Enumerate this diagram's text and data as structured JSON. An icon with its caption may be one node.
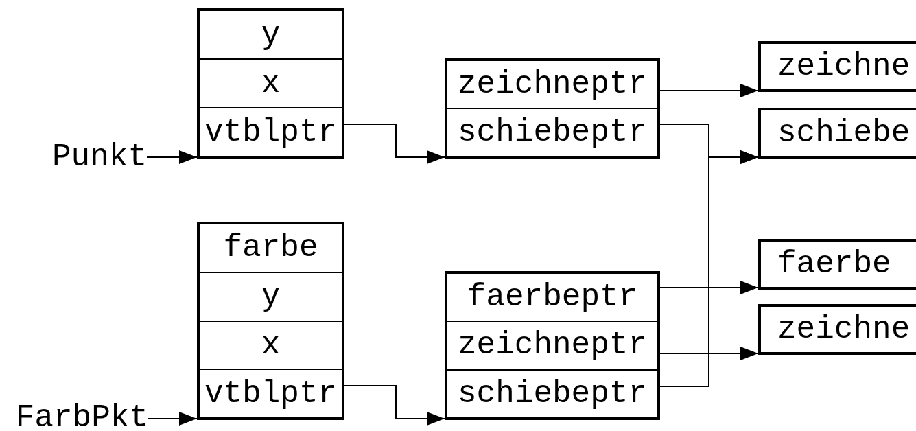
{
  "diagram": {
    "nodes": [
      {
        "text": [
          "Punkt"
        ]
      },
      {
        "text": [],
        "shape": "box"
      },
      {
        "text": [
          "y"
        ],
        "in": 1
      },
      {
        "text": [
          "x"
        ],
        "in": 1
      },
      {
        "text": [
          "vtblptr"
        ],
        "in": 1
      },
      {
        "text": [],
        "shape": "box"
      },
      {
        "text": [
          "zeichneptr"
        ],
        "in": 5
      },
      {
        "text": [
          "schiebeptr"
        ],
        "in": 5
      },
      {
        "text": [
          "zeichne"
        ]
      },
      {
        "text": [
          "schiebe"
        ]
      },
      {
        "text": [
          "FarbPkt"
        ]
      },
      {
        "text": [],
        "shape": "box"
      },
      {
        "text": [
          "farbe"
        ],
        "in": 11
      },
      {
        "text": [
          "y"
        ],
        "in": 11
      },
      {
        "text": [
          "x"
        ],
        "in": 11
      },
      {
        "text": [
          "vtblptr"
        ],
        "in": 11
      },
      {
        "text": [],
        "shape": "box"
      },
      {
        "text": [
          "faerbeptr"
        ],
        "in": 16
      },
      {
        "text": [
          "zeichneptr"
        ],
        "in": 16
      },
      {
        "text": [
          "schiebeptr"
        ],
        "in": 16
      },
      {
        "text": [
          "faerbe"
        ]
      },
      {
        "text": [
          "zeichne"
        ]
      }
    ],
    "edges": [
      {
        "from": 0,
        "to": 1,
        "arrow": "to"
      },
      {
        "from": 4,
        "to": 5,
        "arrow": "to"
      },
      {
        "from": 6,
        "to": 8,
        "arrow": "to"
      },
      {
        "from": 7,
        "to": 9,
        "arrow": "to"
      },
      {
        "from": 10,
        "to": 11,
        "arrow": "to"
      },
      {
        "from": 15,
        "to": 16,
        "arrow": "to"
      },
      {
        "from": 17,
        "to": 20,
        "arrow": "to"
      },
      {
        "from": 18,
        "to": 21,
        "arrow": "to"
      },
      {
        "from": 19,
        "to": 9,
        "arrow": "to"
      }
    ]
  }
}
